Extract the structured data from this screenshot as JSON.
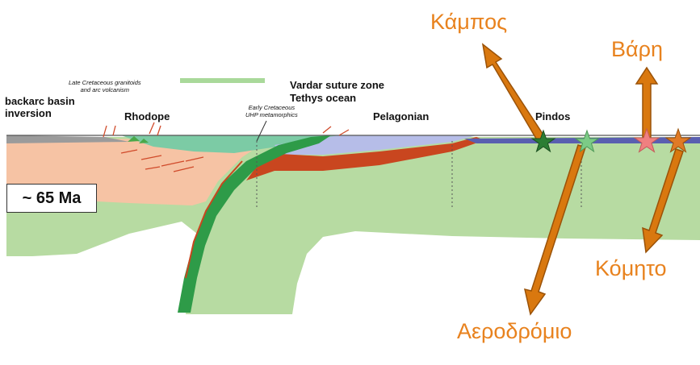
{
  "diagram": {
    "labels": {
      "backarc": "backarc basin\ninversion",
      "rhodope": "Rhodope",
      "granitoids": "Late Cretaceous granitoids\nand arc volcanism",
      "vardar": "Vardar suture zone\nTethys ocean",
      "uhp": "Early Cretaceous\nUHP metamorphics",
      "pelagonian": "Pelagonian",
      "pindos": "Pindos",
      "age": "~ 65 Ma"
    },
    "places": {
      "kampos": "Κάμπος",
      "vari": "Βάρη",
      "komito": "Κόμητο",
      "aerodromio": "Αεροδρόμιο"
    },
    "colors": {
      "accent": "#e8821e",
      "arrow_fill": "#d9780f",
      "arrow_stroke": "#9a5208",
      "mantle_green": "#b7dba2",
      "slab_dark_green": "#2e9b48",
      "crust_salmon": "#f6c3a4",
      "oceanic_red": "#c9461f",
      "teal": "#7ccba5",
      "lavender": "#b6bde8",
      "pindos_blue": "#5a5fb0"
    },
    "markers": [
      {
        "name": "kampos",
        "color": "#2b7d33"
      },
      {
        "name": "aerodromio",
        "color": "#7ccb86"
      },
      {
        "name": "vari",
        "color": "#f08080"
      },
      {
        "name": "komito",
        "color": "#e07a26"
      }
    ]
  }
}
